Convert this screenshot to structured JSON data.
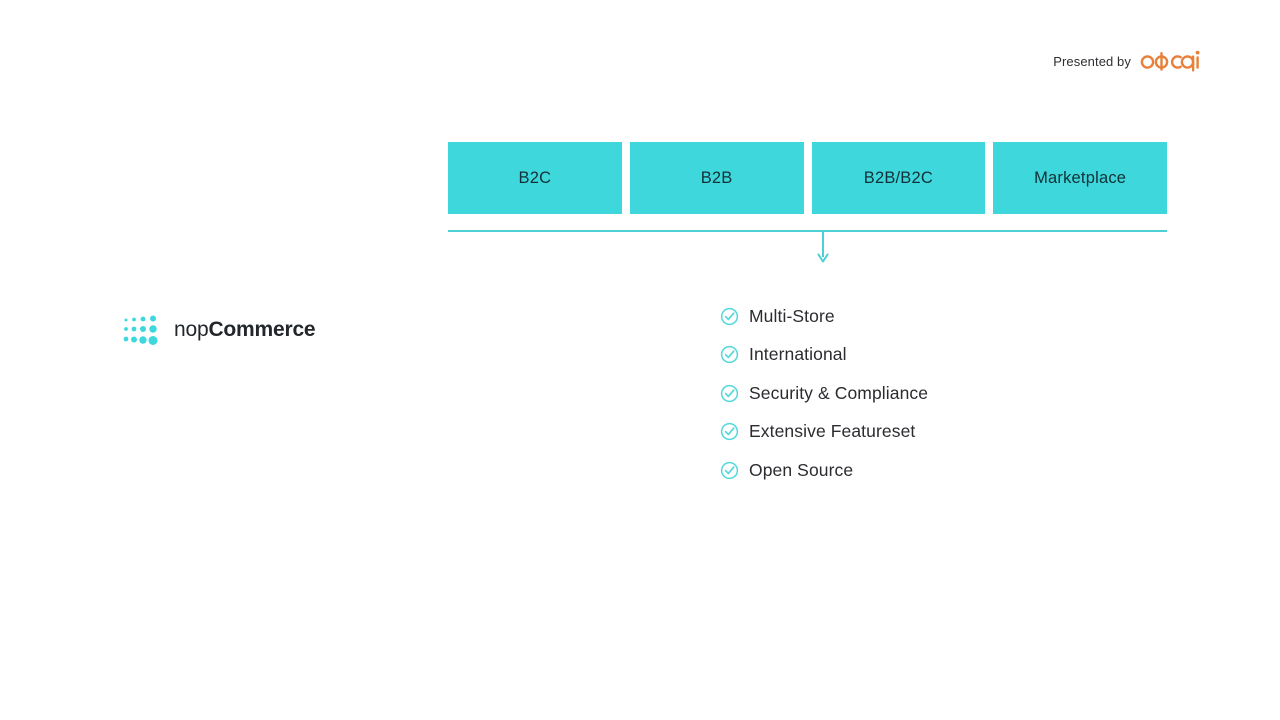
{
  "slide": {
    "background_color": "#ffffff",
    "accent_color": "#3ed8dc",
    "rail_color": "#4ecfd5",
    "text_color": "#2b2b30"
  },
  "presented_by": {
    "label": "Presented by",
    "brand_name": "odeqi",
    "brand_color": "#e8803a"
  },
  "segments": [
    {
      "label": "B2C"
    },
    {
      "label": "B2B"
    },
    {
      "label": "B2B/B2C"
    },
    {
      "label": "Marketplace"
    }
  ],
  "product": {
    "name_light": "nop",
    "name_bold": "Commerce",
    "mark_color": "#3ed8dc"
  },
  "features": [
    {
      "label": "Multi-Store",
      "icon": "check-circle-icon"
    },
    {
      "label": "International",
      "icon": "check-circle-icon"
    },
    {
      "label": "Security & Compliance",
      "icon": "check-circle-icon"
    },
    {
      "label": "Extensive Featureset",
      "icon": "check-circle-icon"
    },
    {
      "label": "Open Source",
      "icon": "check-circle-icon"
    }
  ],
  "connector": {
    "icon": "down-arrow-icon"
  }
}
